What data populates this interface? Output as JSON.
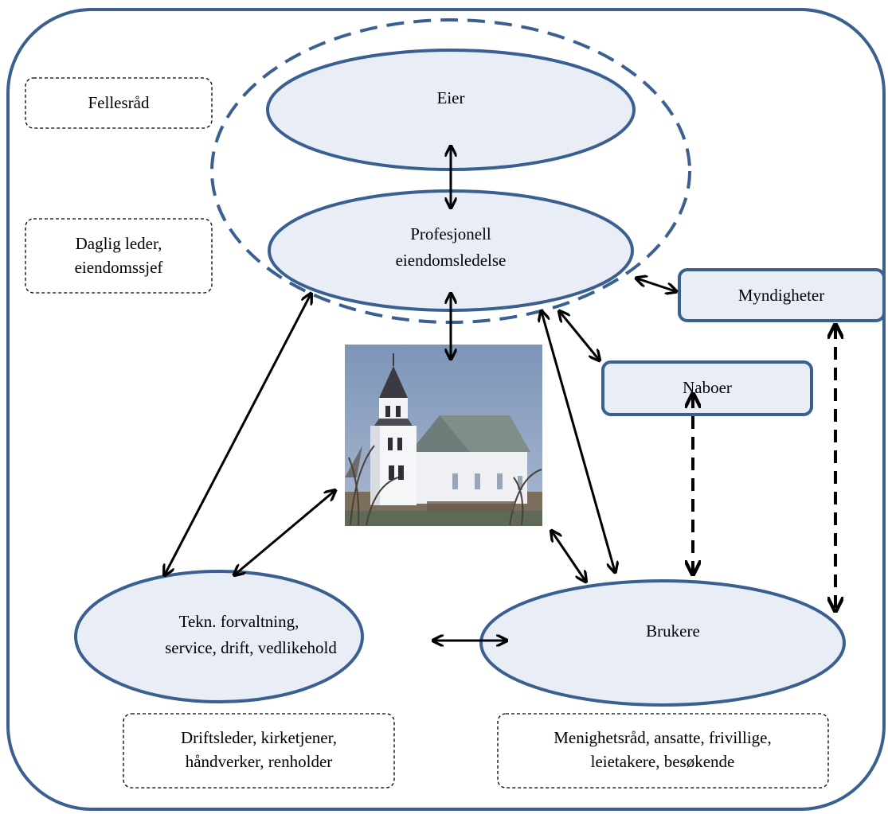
{
  "nodes": {
    "eier": "Eier",
    "profesjonell_line1": "Profesjonell",
    "profesjonell_line2": "eiendomsledelse",
    "myndigheter": "Myndigheter",
    "naboer": "Naboer",
    "tekn_line1": "Tekn. forvaltning,",
    "tekn_line2": "service, drift, vedlikehold",
    "brukere": "Brukere"
  },
  "annotations": {
    "fellesrad": "Fellesråd",
    "daglig_line1": "Daglig leder,",
    "daglig_line2": "eiendomssjef",
    "drifts_line1": "Driftsleder, kirketjener,",
    "drifts_line2": "håndverker, renholder",
    "menighet_line1": "Menighetsråd, ansatte, frivillige,",
    "menighet_line2": "leietakere, besøkende"
  },
  "colors": {
    "frame": "#3a5f91",
    "node_fill": "#e9eef6",
    "sky": "#8aa1c2",
    "church_wall": "#eef0f3",
    "roof": "#6f7d7a"
  },
  "image": {
    "subject": "church-photo"
  }
}
